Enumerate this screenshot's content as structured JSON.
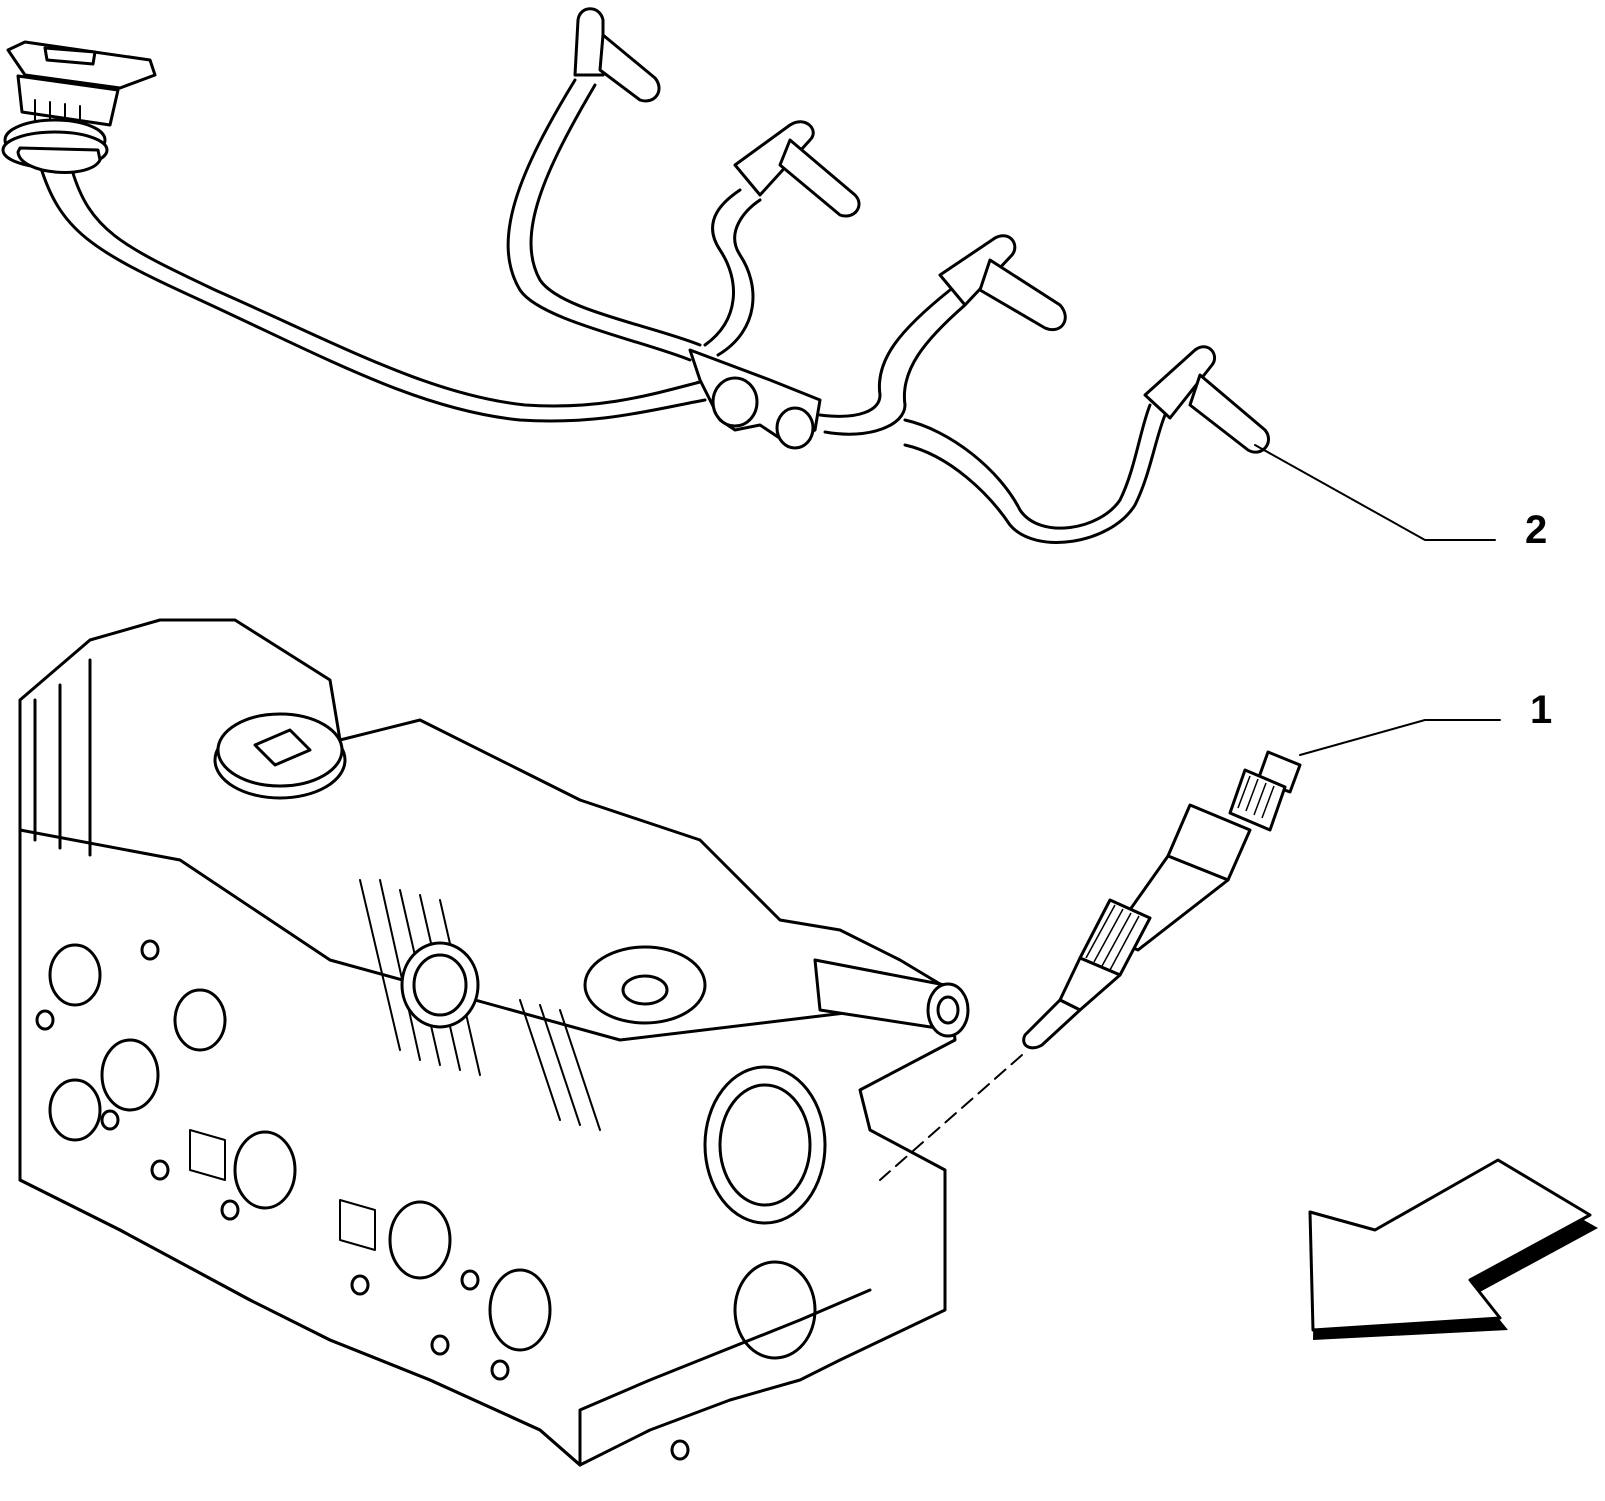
{
  "callouts": [
    {
      "id": "1",
      "label": "1",
      "part": "glow-plug"
    },
    {
      "id": "2",
      "label": "2",
      "part": "glow-plug-wiring-harness"
    }
  ],
  "icons": {
    "direction": "direction-arrow-icon"
  },
  "colors": {
    "line": "#000000",
    "background": "#ffffff"
  }
}
